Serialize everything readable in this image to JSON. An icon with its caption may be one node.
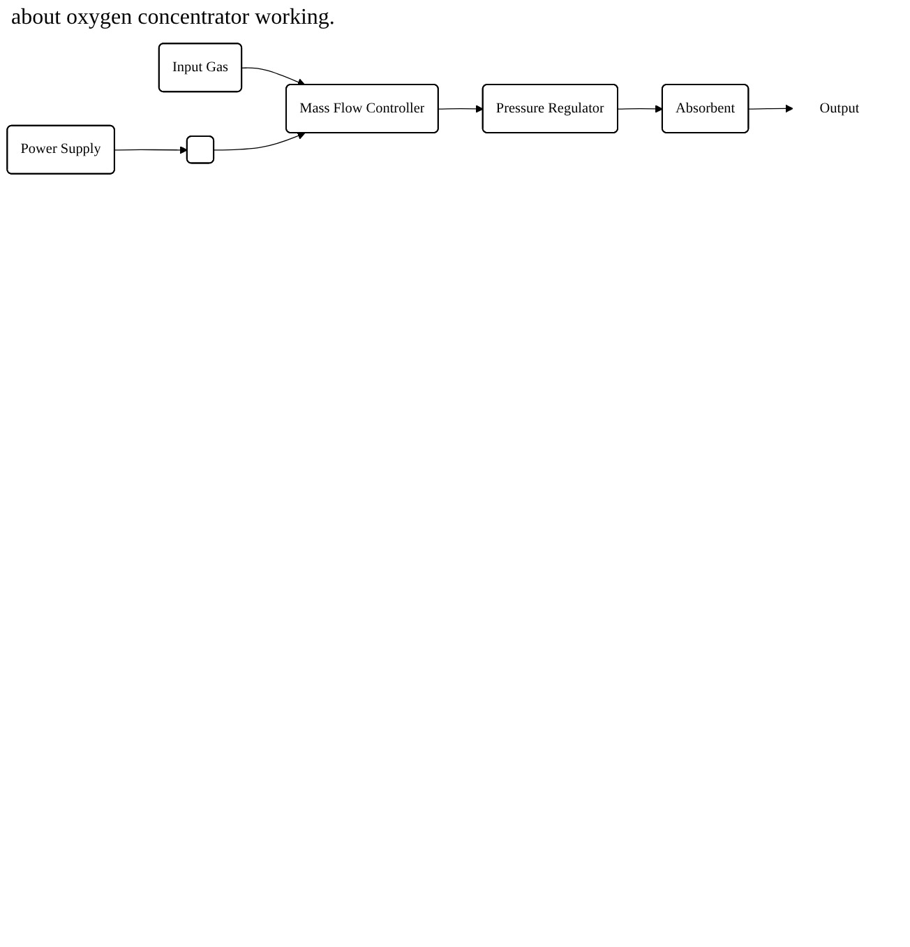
{
  "diagram": {
    "nodes": [
      {
        "text": [
          "Power Supply"
        ]
      },
      {
        "text": [],
        "shape": "box"
      },
      {
        "text": [
          "Input Gas"
        ]
      },
      {
        "text": [
          "Mass Flow Controller"
        ]
      },
      {
        "text": [
          "Absorbent"
        ]
      },
      {
        "text": [
          "Pressure Regulator"
        ]
      },
      {
        "text": [
          "Output"
        ]
      }
    ],
    "edges": [
      {
        "from": 0,
        "to": 1,
        "arrow": "to"
      },
      {
        "from": 2,
        "to": 3,
        "arrow": "to"
      },
      {
        "from": 1,
        "to": 3,
        "arrow": "to"
      },
      {
        "from": 3,
        "to": 5,
        "arrow": "to"
      },
      {
        "from": 5,
        "to": 4,
        "arrow": "to"
      },
      {
        "from": 4,
        "to": 6,
        "arrow": "to"
      }
    ],
    "labels": [
      "about oxygen concentrator working."
    ]
  }
}
